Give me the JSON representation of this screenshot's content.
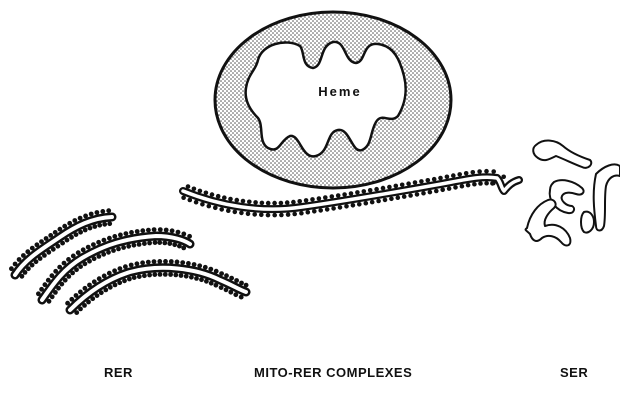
{
  "figure": {
    "mitochondrion_label": "Heme",
    "labels": {
      "rer": "RER",
      "mito_rer": "MITO-RER COMPLEXES",
      "ser": "SER"
    }
  },
  "colors": {
    "ink": "#111111",
    "paper": "#ffffff",
    "stipple": "#444444"
  }
}
